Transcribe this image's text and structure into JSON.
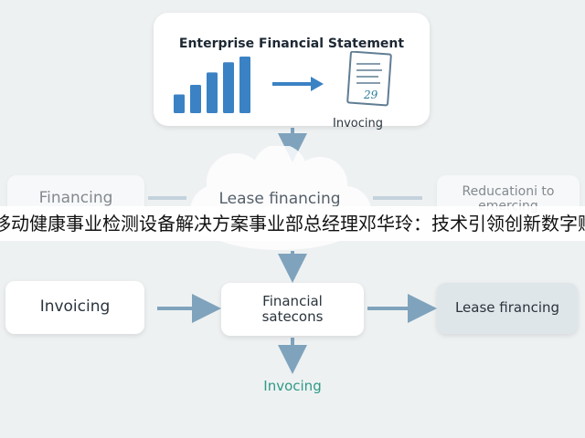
{
  "top_card": {
    "title": "Enterprise Financial Statement",
    "doc_text": "29",
    "caption": "Invocing",
    "bars": [
      0.33,
      0.5,
      0.72,
      0.9,
      1.0
    ]
  },
  "middle_row": {
    "left": "Financing",
    "cloud": "Lease financing",
    "right": "Reducationi to emercing"
  },
  "banner_text": "移动健康事业检测设备解决方案事业部总经理邓华玲：技术引领创新数字赋",
  "lower_row": {
    "left": "Invoicing",
    "center_line1": "Financial",
    "center_line2": "satecons",
    "right": "Lease firancing"
  },
  "bottom_label": "Invocing",
  "colors": {
    "bar_blue": "#3b82c4",
    "arrow_blue": "#7fa3bd",
    "teal": "#2e9a86"
  }
}
